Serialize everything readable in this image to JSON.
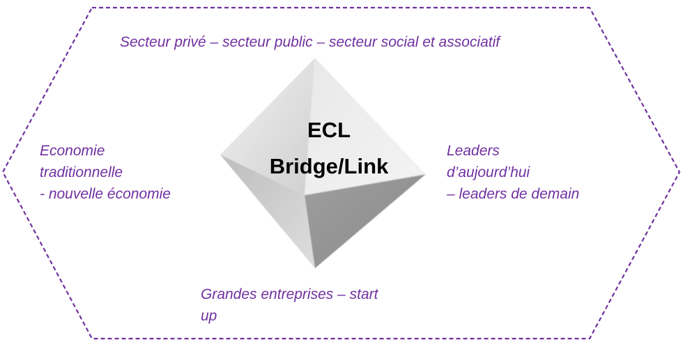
{
  "colors": {
    "label_text": "#7030A0",
    "frame_border": "#7030A0",
    "center_text": "#000000"
  },
  "center": {
    "line1": "ECL",
    "line2": "Bridge/Link"
  },
  "labels": {
    "top": "Secteur privé – secteur public – secteur social et associatif",
    "left": [
      "Economie",
      "traditionnelle",
      "- nouvelle économie"
    ],
    "right": [
      "Leaders",
      "d’aujourd’hui",
      "– leaders de demain"
    ],
    "bottom": [
      "Grandes entreprises – start",
      "up"
    ]
  }
}
